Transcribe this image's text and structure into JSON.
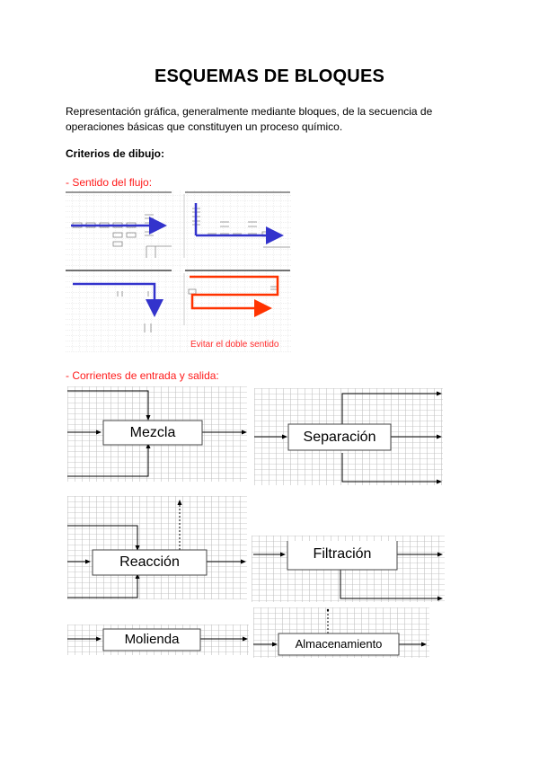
{
  "document": {
    "title": "ESQUEMAS DE BLOQUES",
    "intro": "Representación gráfica, generalmente mediante bloques, de la secuencia de operaciones básicas que constituyen un proceso químico.",
    "criteria_heading": "Criterios de dibujo:"
  },
  "flow_section": {
    "heading": "- Sentido del flujo:",
    "panels": [
      {
        "name": "horizontal-flow",
        "arrow_color": "#3333cc"
      },
      {
        "name": "vertical-then-horizontal-flow",
        "arrow_color": "#3333cc"
      },
      {
        "name": "horizontal-then-down-flow",
        "arrow_color": "#3333cc"
      },
      {
        "name": "double-direction-flow",
        "arrow_color": "#ff3300"
      }
    ],
    "warning": "Evitar el doble sentido"
  },
  "streams_section": {
    "heading": "- Corrientes de entrada y salida:",
    "blocks": {
      "mixing": "Mezcla",
      "separation": "Separación",
      "reaction": "Reacción",
      "filtration": "Filtración",
      "milling": "Molienda",
      "storage": "Almacenamiento"
    }
  },
  "colors": {
    "heading_red": "#ff1a1a",
    "flow_blue": "#3333cc",
    "flow_red": "#ff3300"
  }
}
